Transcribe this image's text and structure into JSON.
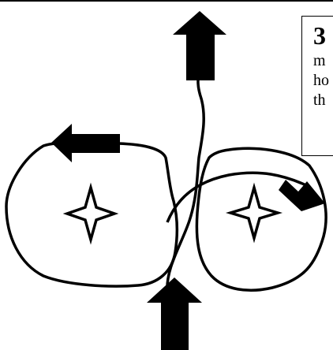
{
  "callout": {
    "number": "3",
    "lines": [
      "m",
      "ho",
      "th"
    ]
  },
  "icons": {
    "arrow_up_top": "arrow-up-icon",
    "arrow_up_bottom": "arrow-up-icon",
    "arrow_left": "arrow-left-icon",
    "arrow_down_right": "arrow-down-right-icon",
    "star_left": "four-point-star-icon",
    "star_right": "four-point-star-icon"
  },
  "colors": {
    "ink": "#000000",
    "background": "#ffffff"
  }
}
